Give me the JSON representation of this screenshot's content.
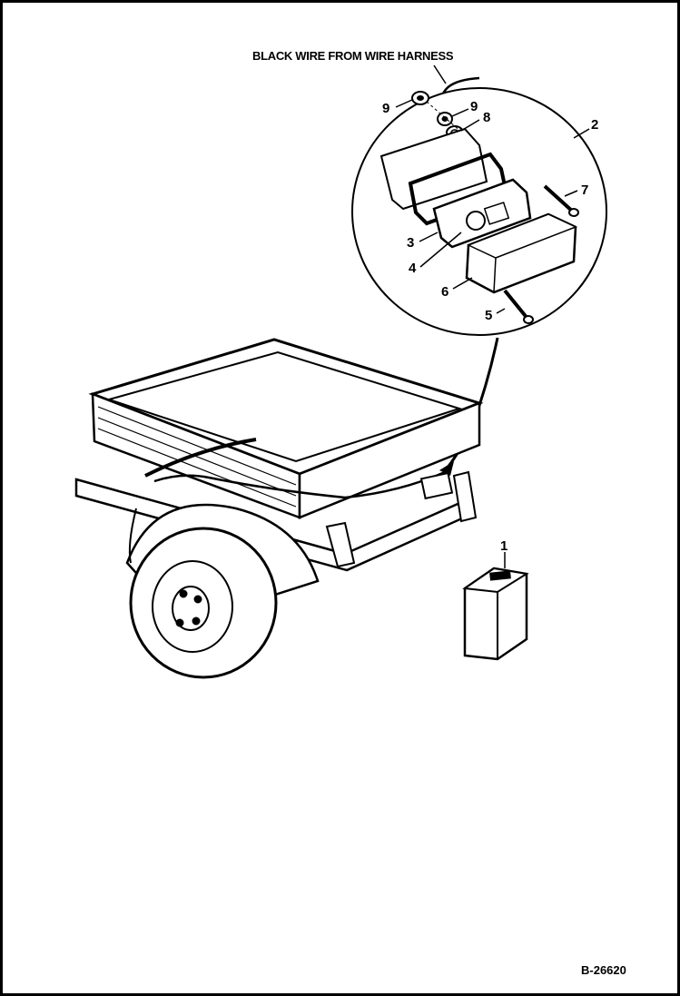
{
  "diagram": {
    "header_label": "BLACK WIRE FROM WIRE HARNESS",
    "figure_number": "B-26620",
    "callouts": [
      {
        "id": "c1",
        "text": "1"
      },
      {
        "id": "c2",
        "text": "2"
      },
      {
        "id": "c3",
        "text": "3"
      },
      {
        "id": "c4",
        "text": "4"
      },
      {
        "id": "c5",
        "text": "5"
      },
      {
        "id": "c6",
        "text": "6"
      },
      {
        "id": "c7",
        "text": "7"
      },
      {
        "id": "c8",
        "text": "8"
      },
      {
        "id": "c9a",
        "text": "9"
      },
      {
        "id": "c9b",
        "text": "9"
      }
    ]
  }
}
